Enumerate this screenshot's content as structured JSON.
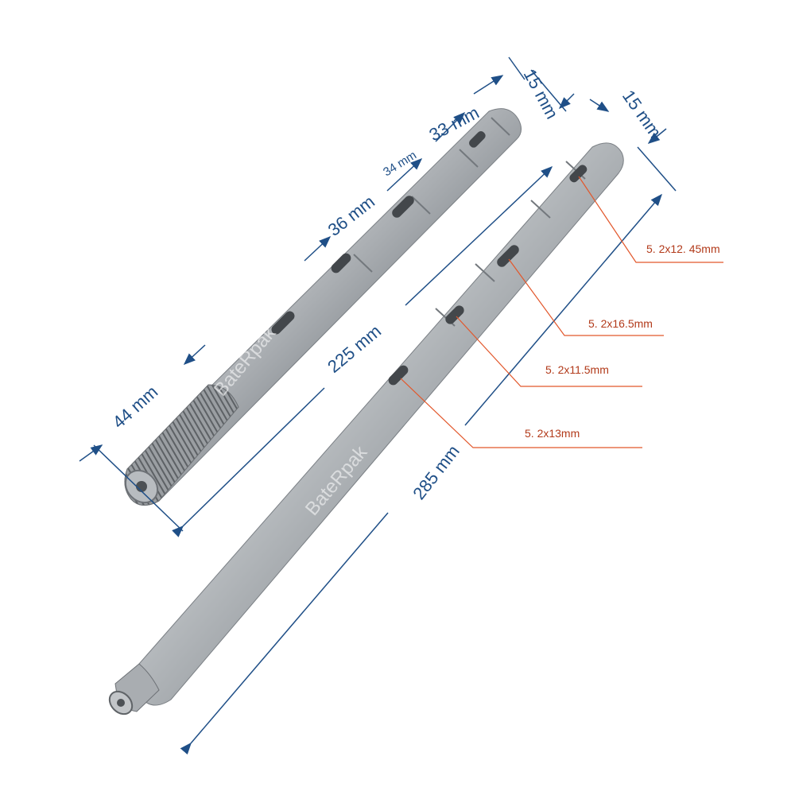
{
  "colors": {
    "dimension": "#1f4f87",
    "callout": "#e2572b",
    "callout_text": "#b23a1a",
    "metal_light": "#e6e8ea",
    "metal_dark": "#6e7378"
  },
  "watermark": "BateRpak",
  "shaft_a": {
    "dims": {
      "diameter": "15 mm",
      "end_segment": "33 mm",
      "slot_pitch": "34 mm",
      "segment": "36 mm",
      "total": "225 mm",
      "thread": "44 mm"
    }
  },
  "shaft_b": {
    "dims": {
      "diameter": "15 mm",
      "total": "285 mm"
    },
    "slots": [
      "5. 2x12. 45mm",
      "5. 2x16.5mm",
      "5. 2x11.5mm",
      "5. 2x13mm"
    ]
  }
}
